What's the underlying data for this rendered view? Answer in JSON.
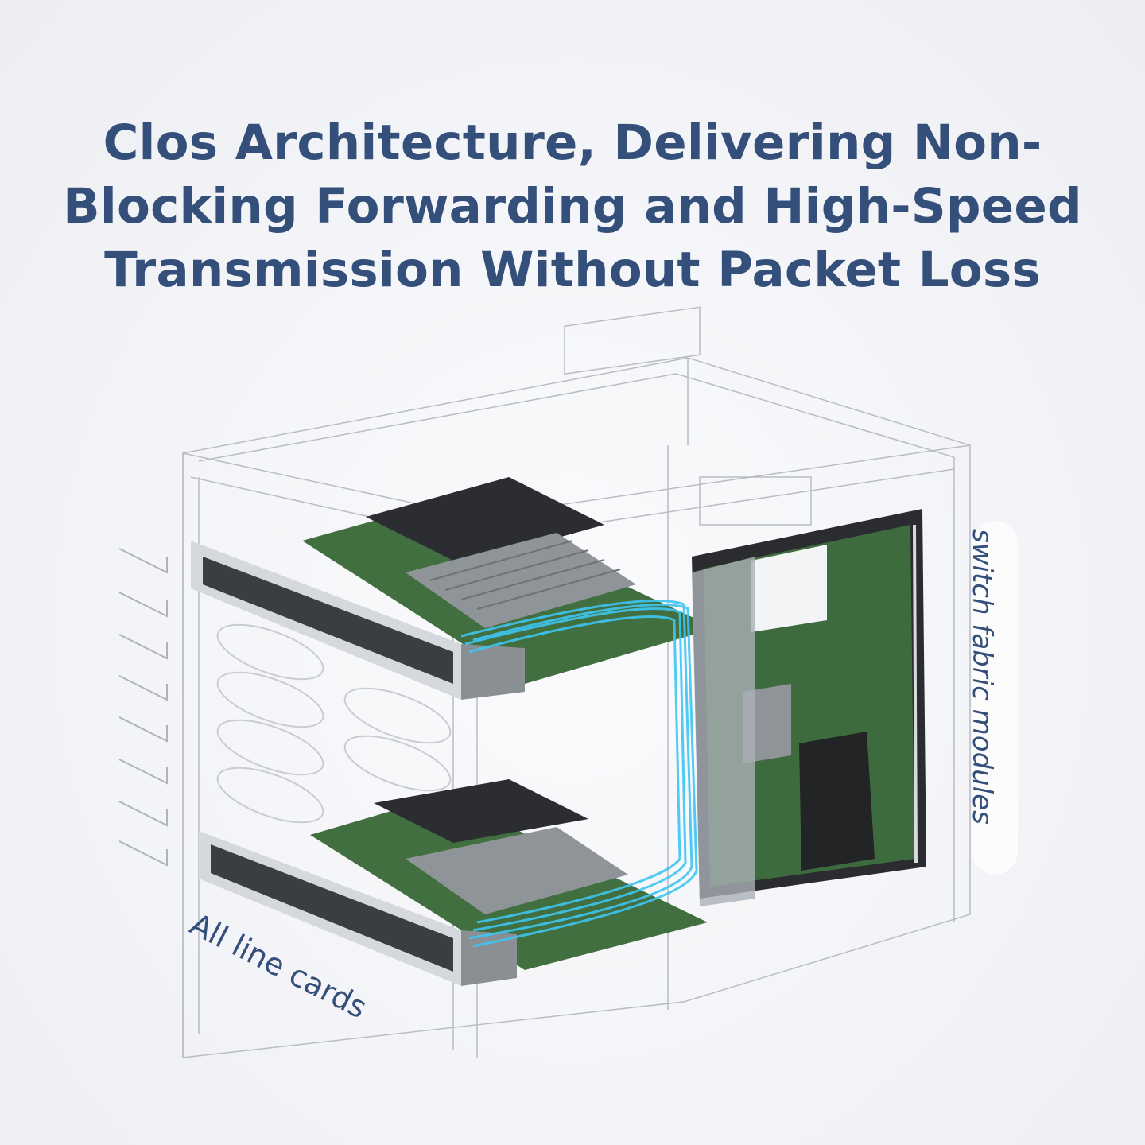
{
  "header": {
    "title_lines": [
      "Clos Architecture, Delivering Non-",
      "Blocking Forwarding and High-Speed",
      "Transmission Without Packet Loss"
    ]
  },
  "illustration": {
    "subject": "modular switch chassis with line cards and switch fabric module",
    "labels": {
      "fabric": "switch fabric modules",
      "line_cards": "All line cards"
    }
  },
  "colors": {
    "title": "#34507a",
    "pcb_green": "#3d6b3d",
    "connection_blue": "#3ec6f2",
    "chassis_line": "#b8bcc4",
    "background": "#f1f2f6"
  }
}
